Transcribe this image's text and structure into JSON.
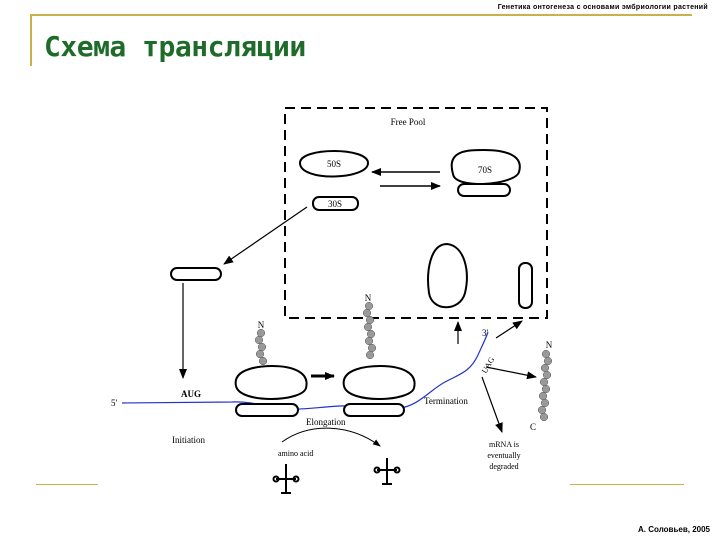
{
  "header": {
    "course_title": "Генетика онтогенеза с основами эмбриологии растений"
  },
  "slide": {
    "title": "Схема трансляции"
  },
  "footer": {
    "author": "А. Соловьев, 2005"
  },
  "diagram": {
    "free_pool": "Free Pool",
    "sub_50s": "50S",
    "sub_70s": "70S",
    "sub_30s": "30S",
    "five_prime": "5'",
    "three_prime": "3'",
    "start_codon": "AUG",
    "stop_codon": "UAG",
    "n_terminus_1": "N",
    "n_terminus_2": "N",
    "n_terminus_3": "N",
    "c_terminus": "C",
    "initiation": "Initiation",
    "elongation": "Elongation",
    "termination": "Termination",
    "amino_acid": "amino acid",
    "degraded_1": "mRNA is",
    "degraded_2": "eventually",
    "degraded_3": "degraded"
  }
}
